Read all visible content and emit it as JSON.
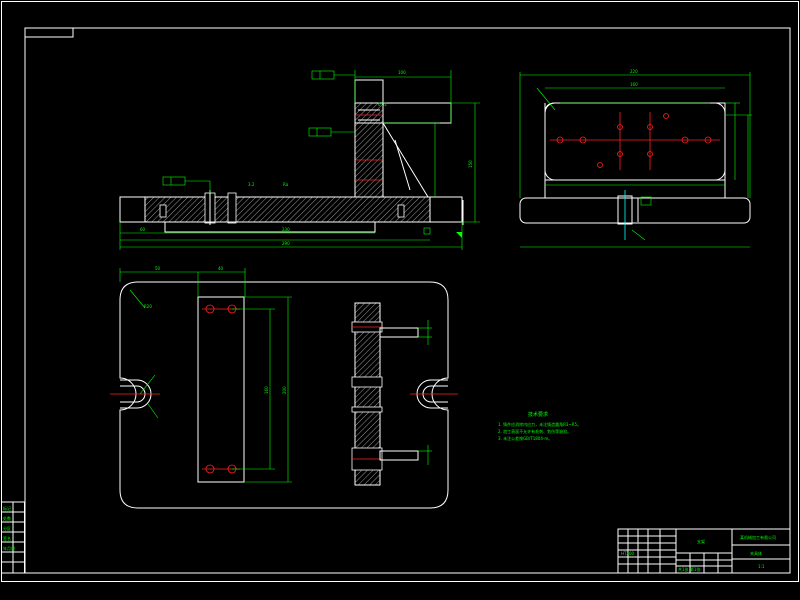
{
  "dimensions": {
    "front_view": {
      "top_width": "100",
      "overall_height": "150",
      "base_total": "290",
      "base_mid": "230",
      "base_left": "60"
    },
    "side_view": {
      "overall_width": "220",
      "inner_width": "160"
    },
    "plan_view": {
      "offset": "50",
      "pitch": "40",
      "hole_span": "160",
      "overall": "200",
      "radius": "R20"
    }
  },
  "technical_requirements": {
    "title": "技术要求",
    "lines": [
      "1. 铸件应消除内应力，未注铸造圆角R3~R5。",
      "2. 加工表面不允许有毛刺、划伤等缺陷。",
      "3. 未注公差按GB/T1804-m。"
    ]
  },
  "title_block": {
    "drawing_name": "支架",
    "company": "某机械加工有限公司",
    "drawing_no": "夹具体",
    "scale": "1:1",
    "sheet": "共1张 第1张",
    "material": "HT200"
  },
  "revision_block": {
    "rows": [
      "标记",
      "处数",
      "分区",
      "签名",
      "年月日"
    ]
  }
}
